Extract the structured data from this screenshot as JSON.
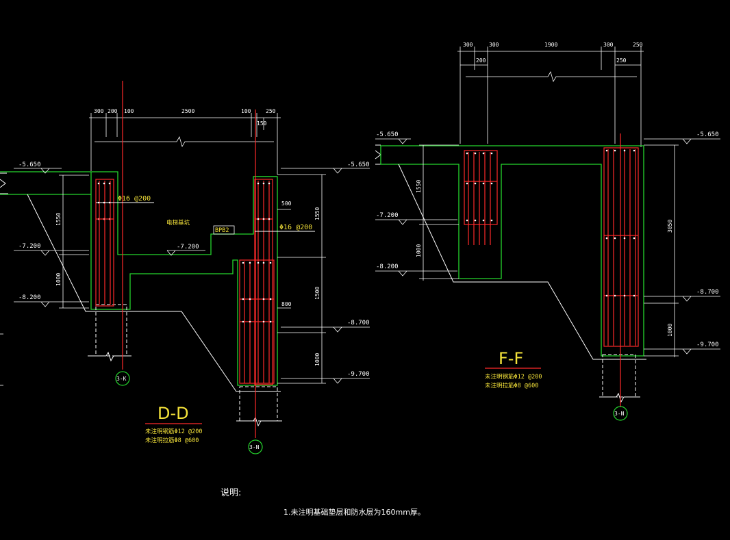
{
  "dd": {
    "top_dims": [
      "300",
      "200",
      "100",
      "2500",
      "100",
      "250",
      "150"
    ],
    "side_dims": [
      "500",
      "1550",
      "1500",
      "800",
      "1000"
    ],
    "left_dims": [
      "1550",
      "1000"
    ],
    "levels": {
      "top_left": "-5.650",
      "top_right": "-5.650",
      "l1": "-7.200",
      "l2": "-8.200",
      "r1": "-8.700",
      "r2": "-9.700",
      "pit": "-7.200"
    },
    "labels": {
      "rebar_left": "Φ16 @200",
      "rebar_right": "Φ16 @200",
      "pit_name": "电梯基坑",
      "pit_code": "BPB2"
    },
    "title": "D-D",
    "notes": [
      "未注明钢筋Φ12 @200",
      "未注明拉筋Φ8 @600"
    ],
    "axes": [
      "3-K",
      "3-N"
    ]
  },
  "ff": {
    "top_dims": [
      "300",
      "300",
      "1900",
      "300",
      "250",
      "200",
      "250"
    ],
    "left_dims": [
      "1550",
      "1000"
    ],
    "right_dims": [
      "3050",
      "1000"
    ],
    "levels": {
      "top_left": "-5.650",
      "top_right": "-5.650",
      "l1": "-7.200",
      "l2": "-8.200",
      "r1": "-8.700",
      "r2": "-9.700"
    },
    "title": "F-F",
    "notes": [
      "未注明钢筋Φ12 @200",
      "未注明拉筋Φ8 @600"
    ],
    "axis": "3-N"
  },
  "general_notes": {
    "heading": "说明:",
    "item1": "1.未注明基础垫层和防水层为160mm厚。"
  }
}
